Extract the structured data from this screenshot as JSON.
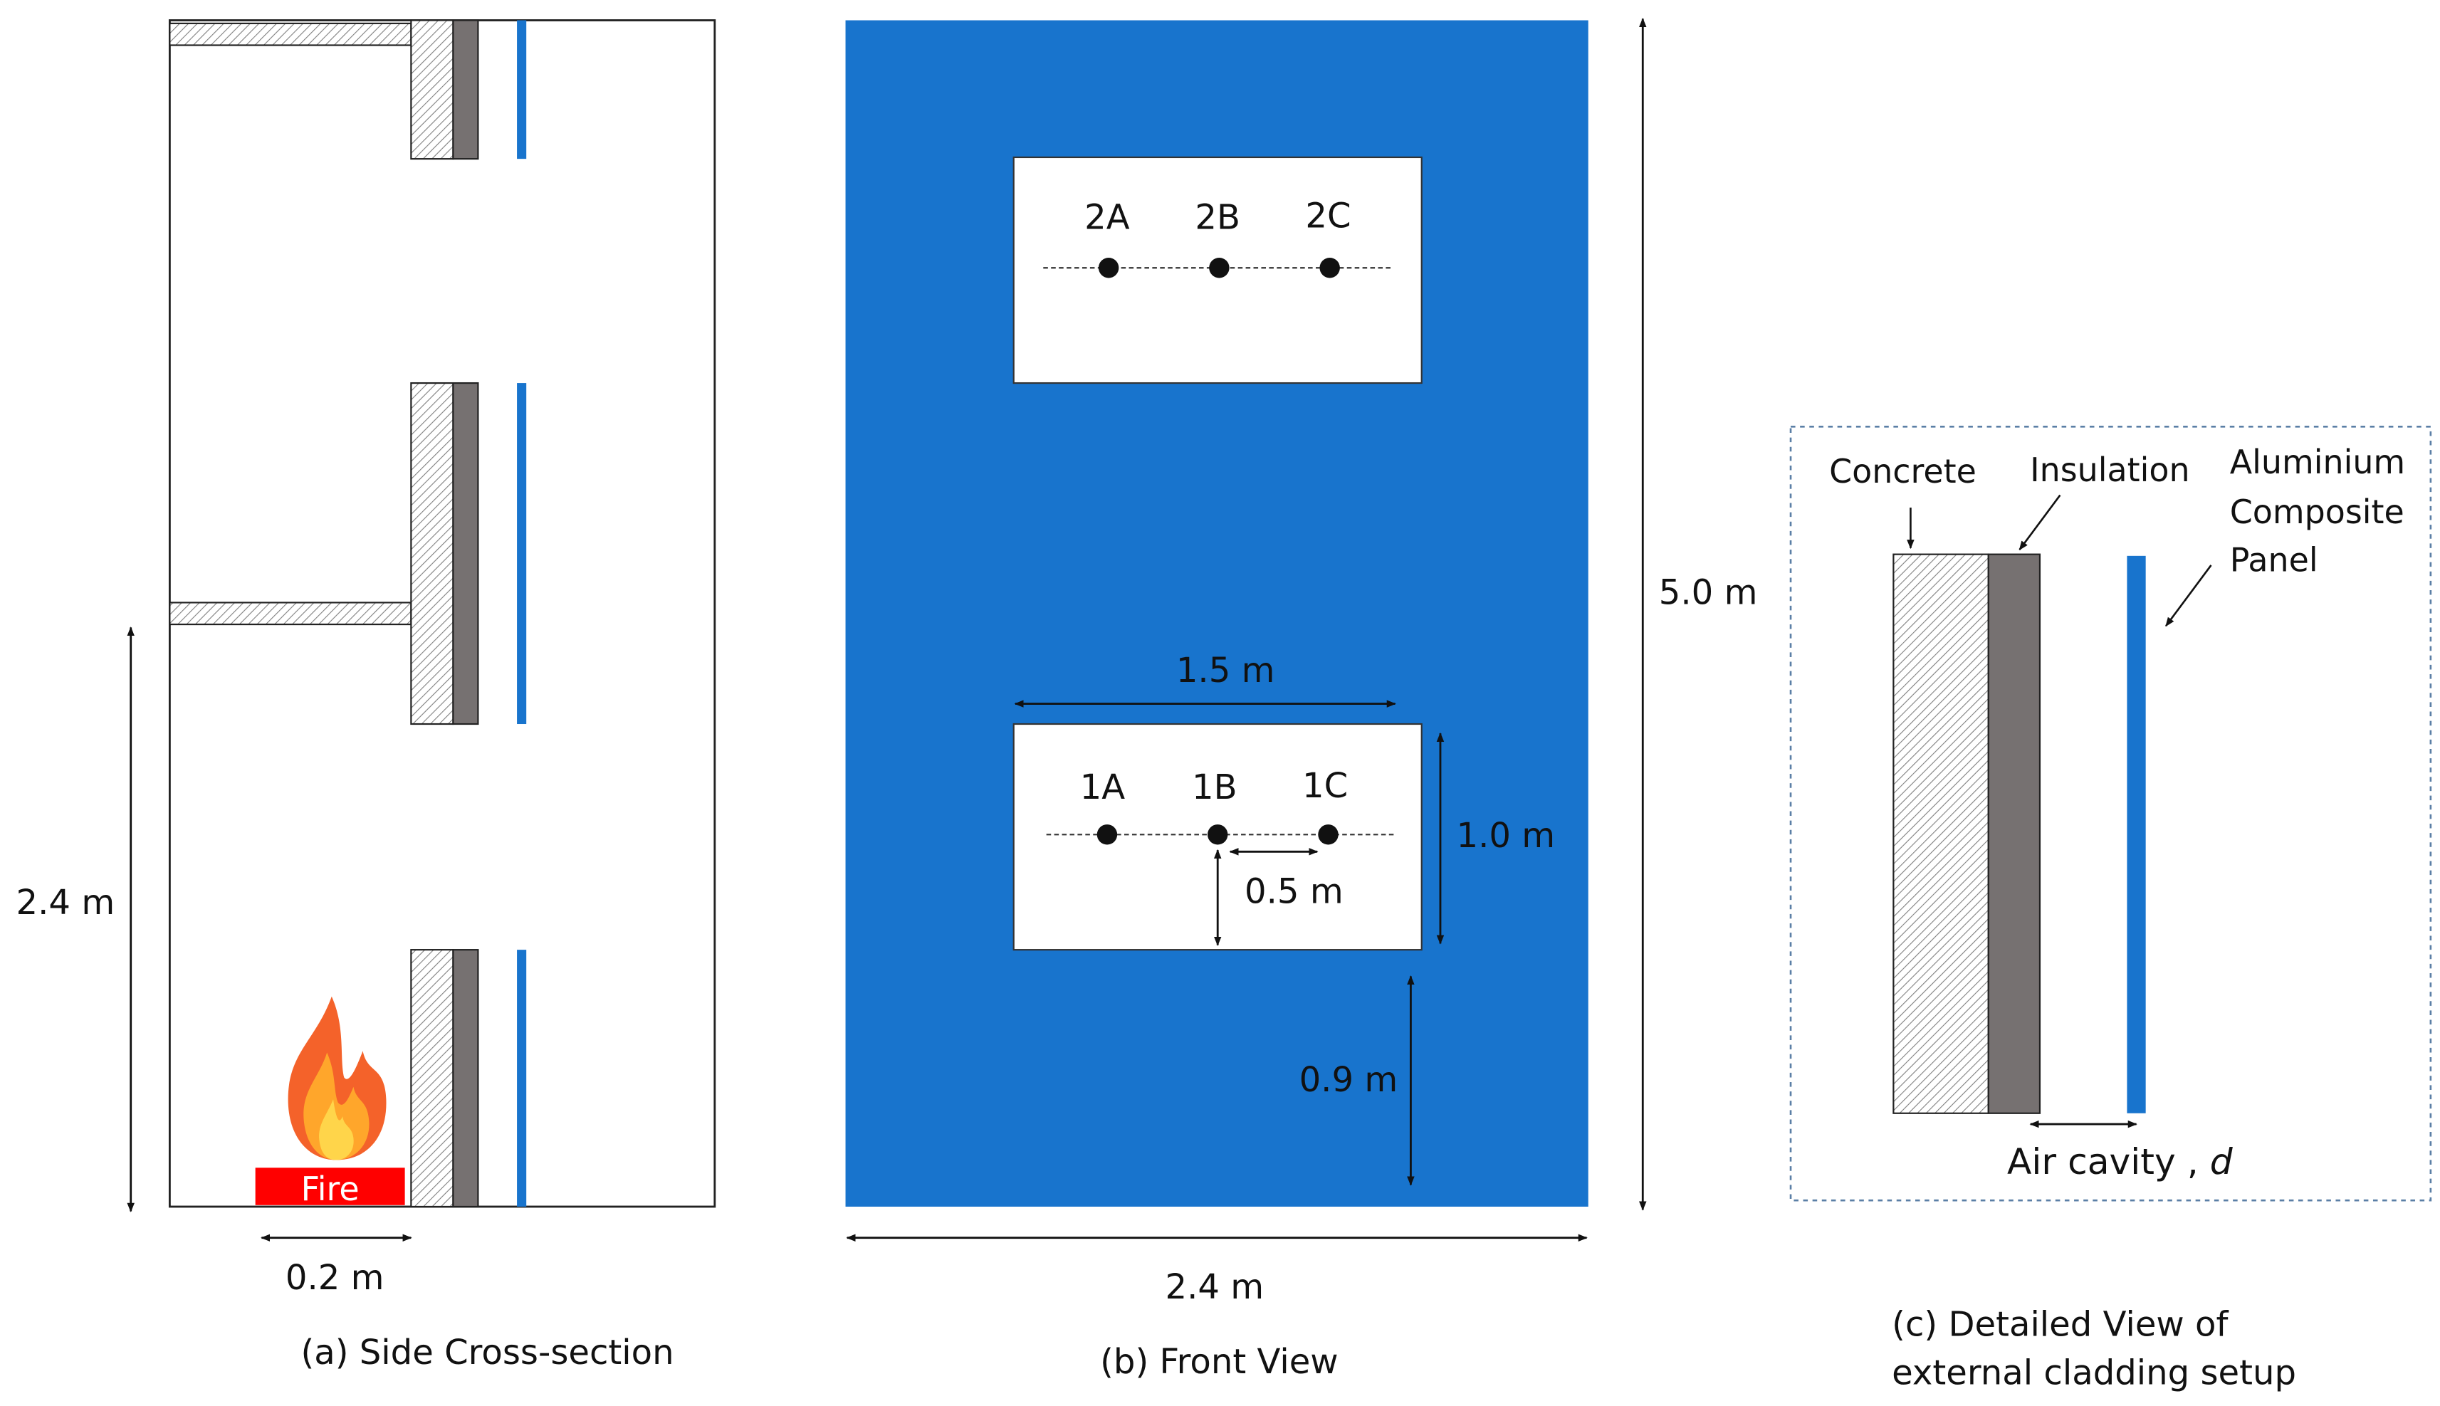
{
  "colors": {
    "cladding_blue": "#1874CD",
    "insulation_gray": "#767171",
    "fire_red": "#FF0000",
    "outline": "#222222",
    "hatch": "#7f7f7f",
    "dashed_border": "#5B7FA6"
  },
  "panel_a": {
    "caption": "(a) Side Cross-section",
    "dim_height": "2.4 m",
    "dim_width": "0.2 m",
    "fire_label": "Fire"
  },
  "panel_b": {
    "caption": "(b) Front View",
    "dim_height": "5.0 m",
    "dim_width": "2.4 m",
    "window_width": "1.5 m",
    "window_height": "1.0 m",
    "point_spacing": "0.5 m",
    "sill_height": "0.9 m",
    "upper_points": [
      "2A",
      "2B",
      "2C"
    ],
    "lower_points": [
      "1A",
      "1B",
      "1C"
    ]
  },
  "panel_c": {
    "caption_line1": "(c) Detailed View of",
    "caption_line2": "external cladding setup",
    "label_concrete": "Concrete",
    "label_insulation": "Insulation",
    "label_panel_line1": "Aluminium",
    "label_panel_line2": "Composite",
    "label_panel_line3": "Panel",
    "label_cavity": "Air cavity ,",
    "label_cavity_var": "d"
  }
}
